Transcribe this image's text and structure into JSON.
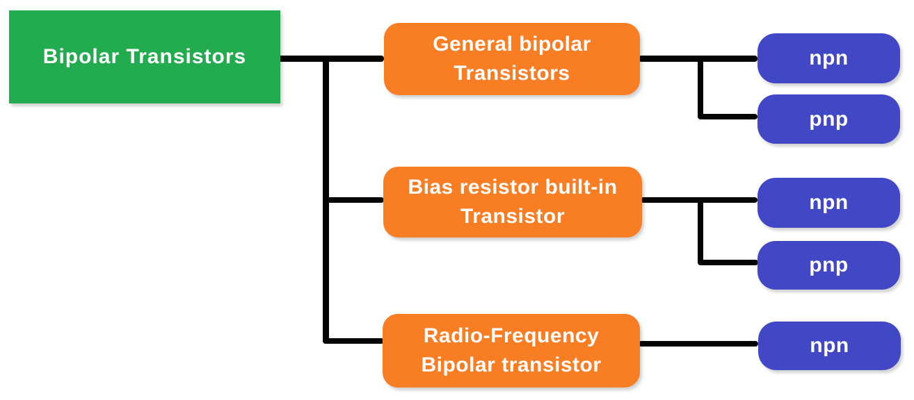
{
  "colors": {
    "background": "#ffffff",
    "root_box": "#23ac4f",
    "branch_box": "#f87d23",
    "leaf_box": "#4247c6",
    "connector": "#050505",
    "text": "#ffffff"
  },
  "tree": {
    "root": {
      "label": "Bipolar Transistors"
    },
    "branches": [
      {
        "lines": [
          "General bipolar",
          "Transistors"
        ],
        "children": [
          "npn",
          "pnp"
        ]
      },
      {
        "lines": [
          "Bias resistor built-in",
          "Transistor"
        ],
        "children": [
          "npn",
          "pnp"
        ]
      },
      {
        "lines": [
          "Radio-Frequency",
          "Bipolar transistor"
        ],
        "children": [
          "npn"
        ]
      }
    ]
  }
}
